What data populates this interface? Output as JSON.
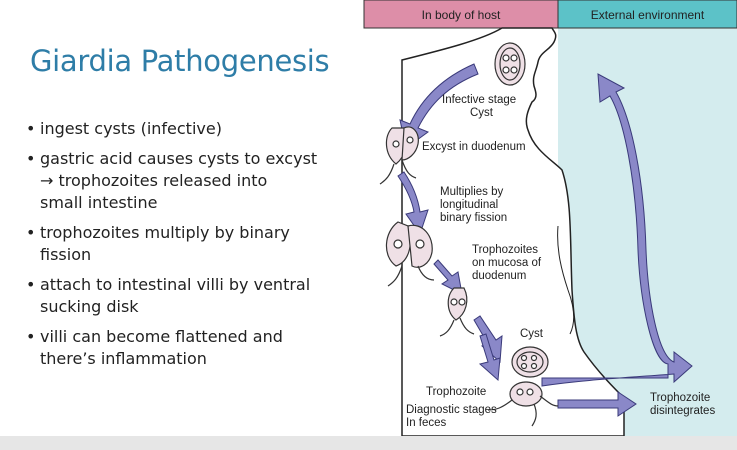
{
  "slide": {
    "title": "Giardia Pathogenesis",
    "bullets": [
      {
        "lines": [
          "ingest cysts (infective)"
        ]
      },
      {
        "lines": [
          "gastric acid causes cysts to excyst",
          "→ trophozoites released into",
          "small intestine"
        ]
      },
      {
        "lines": [
          "trophozoites multiply by binary",
          "fission"
        ]
      },
      {
        "lines": [
          "attach to intestinal villi by ventral",
          "sucking disk"
        ]
      },
      {
        "lines": [
          "villi can become flattened and",
          "there’s inflammation"
        ]
      }
    ]
  },
  "figure": {
    "header_host": "In body of host",
    "header_external": "External environment",
    "labels": {
      "infective_1": "Infective stage",
      "infective_2": "Cyst",
      "excyst": "Excyst in duodenum",
      "multiplies_1": "Multiplies by",
      "multiplies_2": "longitudinal",
      "multiplies_3": "binary fission",
      "troph_mucosa_1": "Trophozoites",
      "troph_mucosa_2": "on mucosa of",
      "troph_mucosa_3": "duodenum",
      "cyst": "Cyst",
      "trophozoite": "Trophozoite",
      "diagnostic_1": "Diagnostic stages",
      "diagnostic_2": "In feces",
      "disintegrates_1": "Trophozoite",
      "disintegrates_2": "disintegrates"
    },
    "colors": {
      "host_header": "#dd8ea8",
      "external_header": "#5cc2c8",
      "external_bg": "#d4ecee",
      "arrow_fill": "#8a88c8",
      "title": "#2e7da7"
    }
  }
}
